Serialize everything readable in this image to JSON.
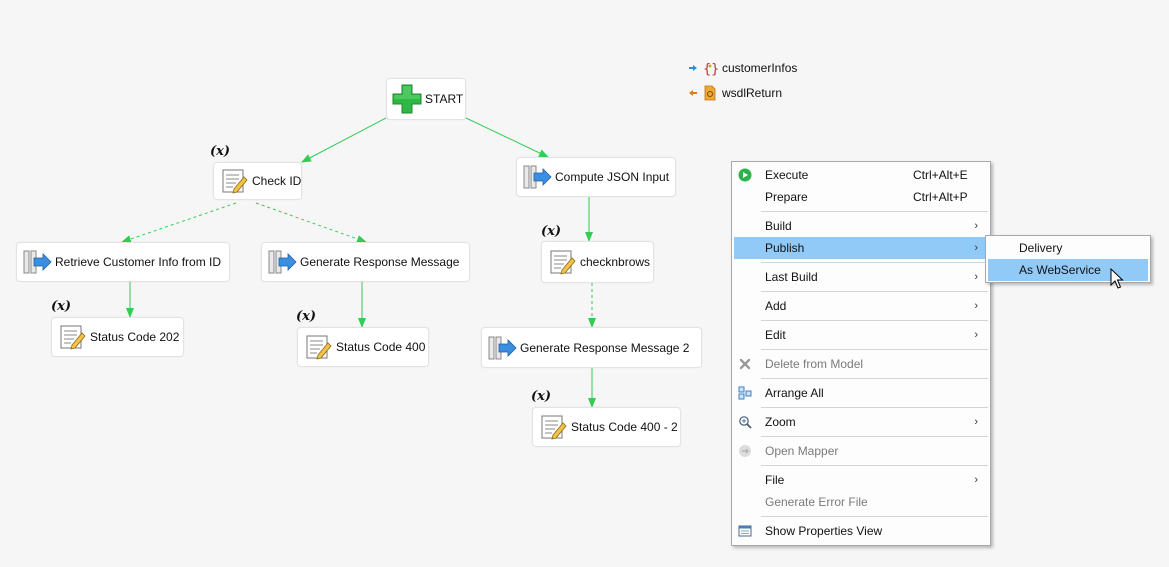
{
  "variables": [
    {
      "name": "customerInfos",
      "direction": "input",
      "icon": "json-braces-icon"
    },
    {
      "name": "wsdlReturn",
      "direction": "output",
      "icon": "wsdl-file-icon"
    }
  ],
  "nodes": {
    "start": "START",
    "check_id": "Check ID",
    "compute_json": "Compute JSON Input",
    "retrieve": "Retrieve Customer Info from ID",
    "gen_resp": "Generate Response Message",
    "checknbrows": "checknbrows",
    "status202": "Status Code 202",
    "status400": "Status Code 400",
    "gen_resp2": "Generate Response Message 2",
    "status400_2": "Status Code 400 - 2"
  },
  "variable_marker": "(x)",
  "context_menu": {
    "execute": {
      "label": "Execute",
      "shortcut": "Ctrl+Alt+E"
    },
    "prepare": {
      "label": "Prepare",
      "shortcut": "Ctrl+Alt+P"
    },
    "build": "Build",
    "publish": "Publish",
    "last_build": "Last Build",
    "add": "Add",
    "edit": "Edit",
    "delete": "Delete from Model",
    "arrange": "Arrange All",
    "zoom": "Zoom",
    "open_mapper": "Open Mapper",
    "file": "File",
    "gen_error": "Generate Error File",
    "show_props": "Show Properties View",
    "arrow": "›"
  },
  "publish_submenu": {
    "delivery": "Delivery",
    "as_webservice": "As WebService"
  },
  "colors": {
    "edge": "#33cc55",
    "highlight": "#91c9f7",
    "play_green": "#2db34a",
    "start_green": "#2fb844"
  }
}
